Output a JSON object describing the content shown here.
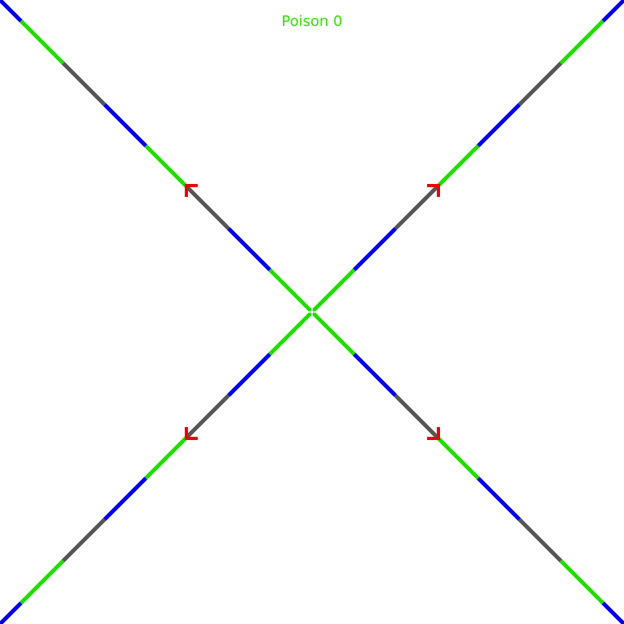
{
  "hud": {
    "status_label": "Poison 0"
  },
  "colors": {
    "background": "#ffffff",
    "status_text": "#33dd00",
    "green_segment": "#22dd00",
    "blue_segment": "#0000ee",
    "gray_segment": "#555555",
    "marker": "#ee0000"
  },
  "scene": {
    "diagonals": [
      "nw-se",
      "ne-sw"
    ],
    "segment_pattern_per_arm_from_corner": [
      "blue",
      "green",
      "gray",
      "blue",
      "green",
      "gray",
      "blue",
      "green"
    ],
    "markers": [
      "upper-left",
      "upper-right",
      "lower-left",
      "lower-right"
    ]
  }
}
